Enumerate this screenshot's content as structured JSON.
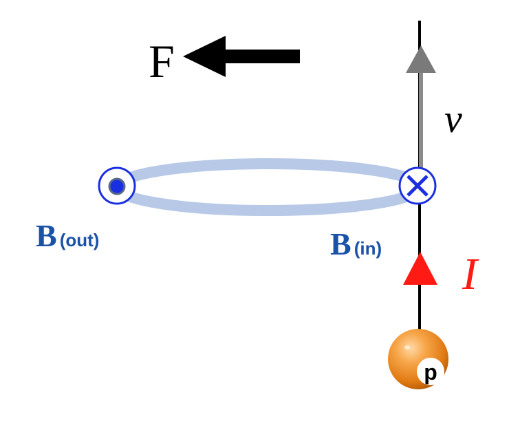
{
  "labels": {
    "force": "F",
    "velocity": "v",
    "current": "I",
    "b_field_symbol": "B",
    "b_out_suffix": "(out)",
    "b_in_suffix": "(in)",
    "proton": "p"
  },
  "colors": {
    "field_blue": "#1a52a8",
    "dot_blue": "#1a2fe0",
    "loop_blue": "#b7c9e6",
    "current_red": "#ff1a14",
    "force_black": "#000000",
    "velocity_gray": "#7a7a7a",
    "proton_orange": "#f08a22"
  },
  "icons": {
    "force_arrow": "arrow-left-icon",
    "velocity_arrow": "arrow-up-icon",
    "current_arrow": "arrow-up-icon",
    "b_out": "dot-in-circle-icon",
    "b_in": "cross-in-circle-icon",
    "proton": "sphere-icon"
  }
}
